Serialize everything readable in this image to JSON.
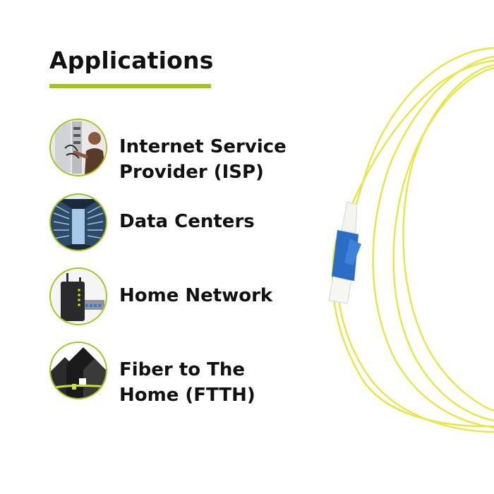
{
  "title": "Applications",
  "applications": [
    {
      "line1": "Internet Service",
      "line2": "Provider (ISP)",
      "icon": "technician-icon"
    },
    {
      "line1": "Data Centers",
      "line2": "",
      "icon": "server-rack-icon"
    },
    {
      "line1": "Home Network",
      "line2": "",
      "icon": "router-icon"
    },
    {
      "line1": "Fiber to The",
      "line2": "Home (FTTH)",
      "icon": "houses-icon"
    }
  ],
  "colors": {
    "accent": "#a6c51a",
    "text": "#111111",
    "cable": "#e8e640",
    "connector": "#2b6cc4"
  }
}
